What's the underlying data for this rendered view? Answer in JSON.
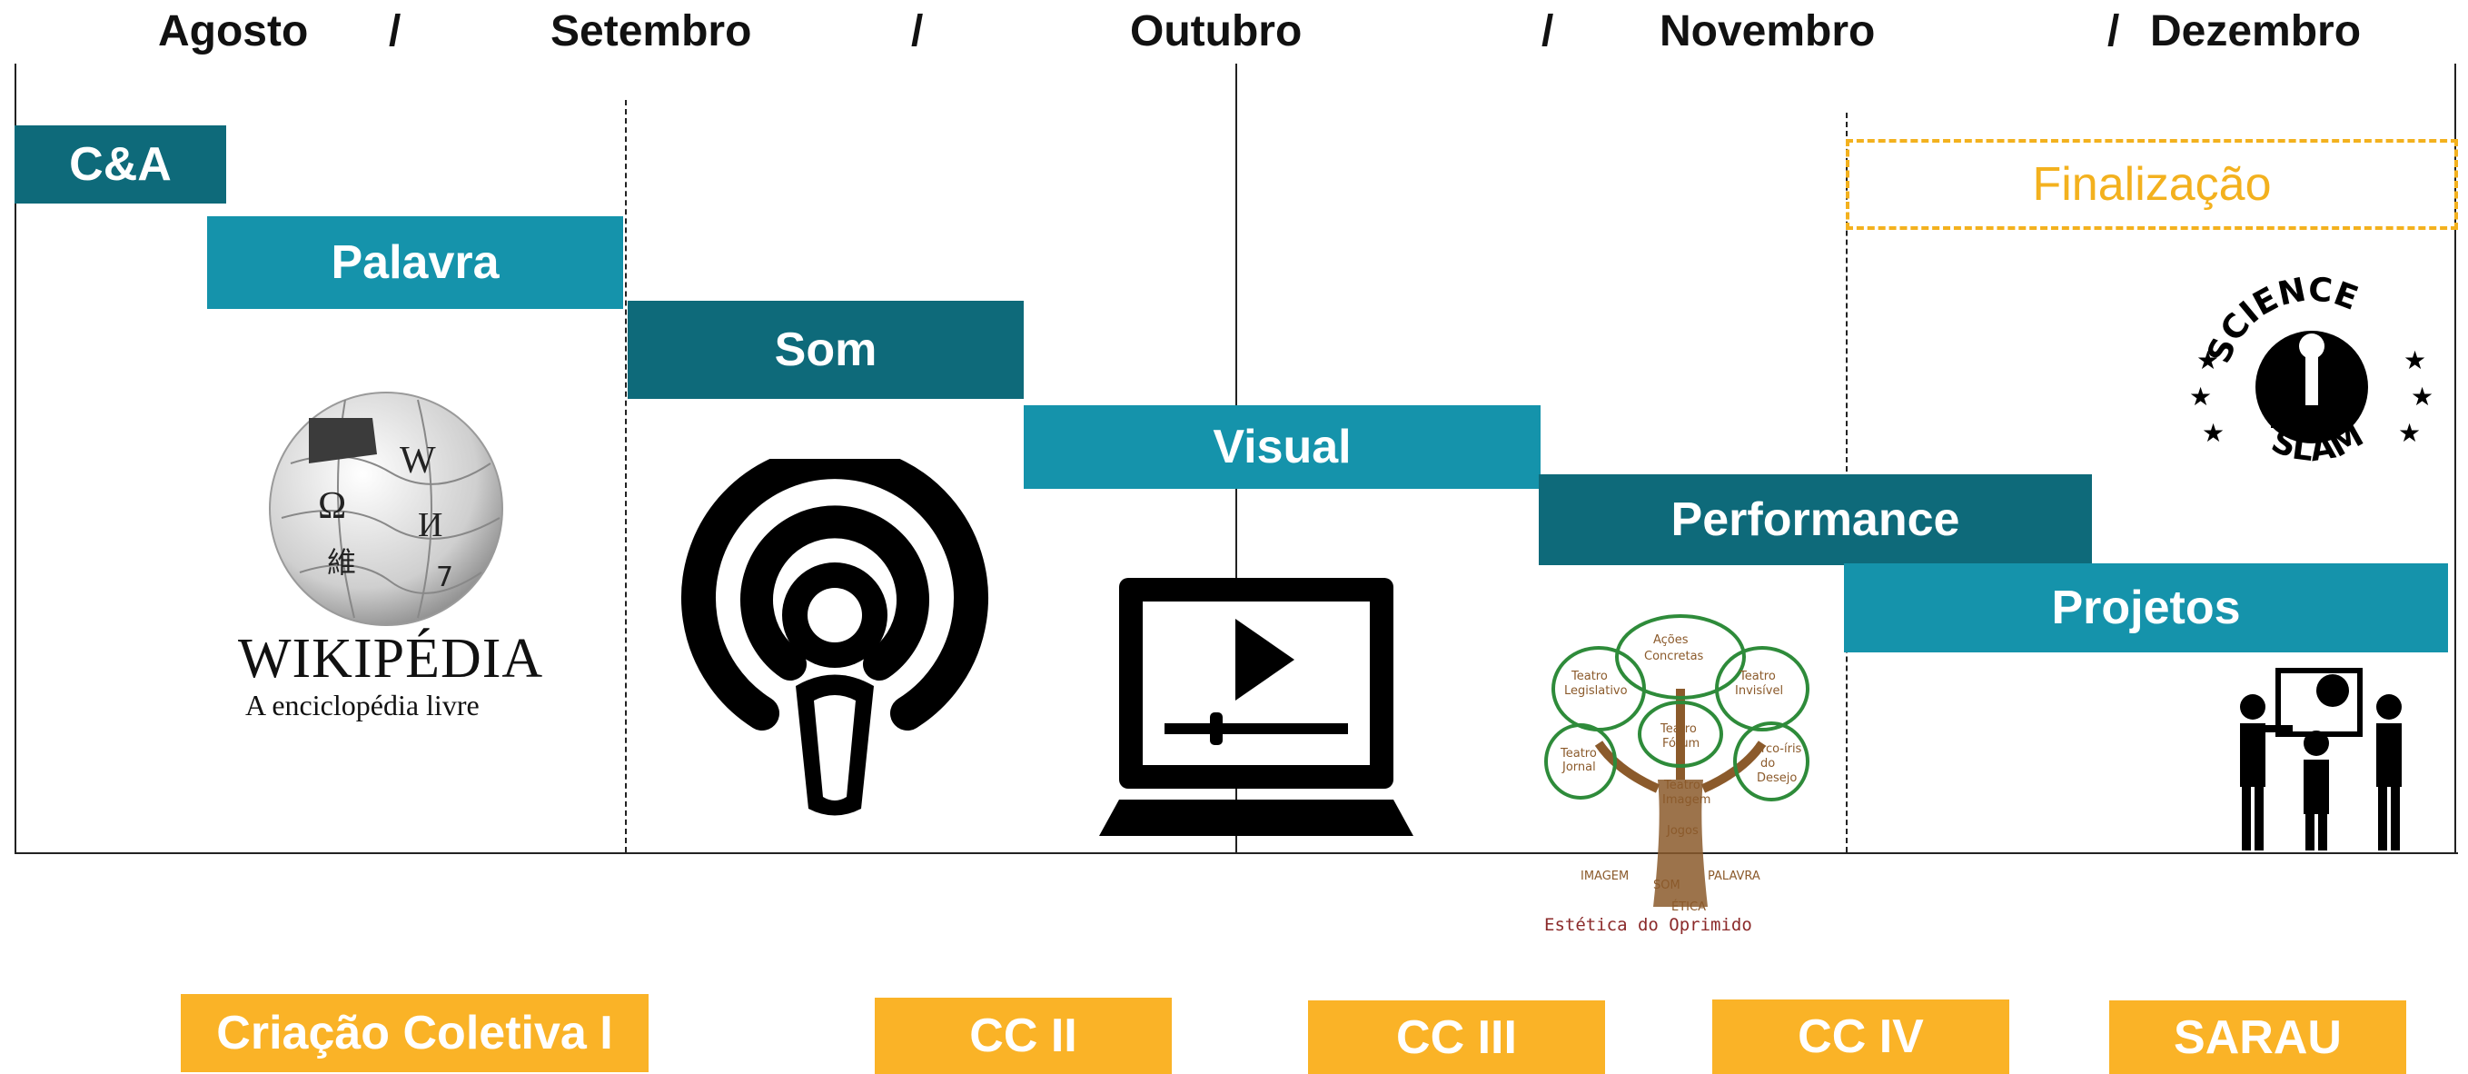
{
  "header": {
    "months": [
      {
        "key": "agosto",
        "label": "Agosto"
      },
      {
        "key": "setembro",
        "label": "Setembro"
      },
      {
        "key": "outubro",
        "label": "Outubro"
      },
      {
        "key": "novembro",
        "label": "Novembro"
      },
      {
        "key": "dezembro",
        "label": "Dezembro"
      }
    ],
    "separator": "/"
  },
  "phases": {
    "ca": "C&A",
    "palavra": "Palavra",
    "som": "Som",
    "visual": "Visual",
    "performance": "Performance",
    "projetos": "Projetos",
    "finalizacao": "Finalização"
  },
  "icons": {
    "wikipedia": {
      "name": "wikipedia-logo",
      "title": "WIKIPÉDIA",
      "subtitle": "A enciclopédia livre"
    },
    "podcast": {
      "name": "podcast-icon"
    },
    "video": {
      "name": "laptop-video-icon"
    },
    "tree": {
      "name": "theatre-oppressed-tree"
    },
    "slam": {
      "name": "science-slam-logo",
      "top": "SCIENCE",
      "bottom": "SLAM"
    },
    "presentation": {
      "name": "presentation-icon"
    }
  },
  "events": {
    "cc1": "Criação Coletiva I",
    "cc2": "CC II",
    "cc3": "CC III",
    "cc4": "CC IV",
    "sarau": "SARAU"
  },
  "colors": {
    "dark_teal": "#0e6a7a",
    "light_teal": "#1593ab",
    "orange": "#fab327",
    "finalize_orange": "#f3b11e"
  }
}
